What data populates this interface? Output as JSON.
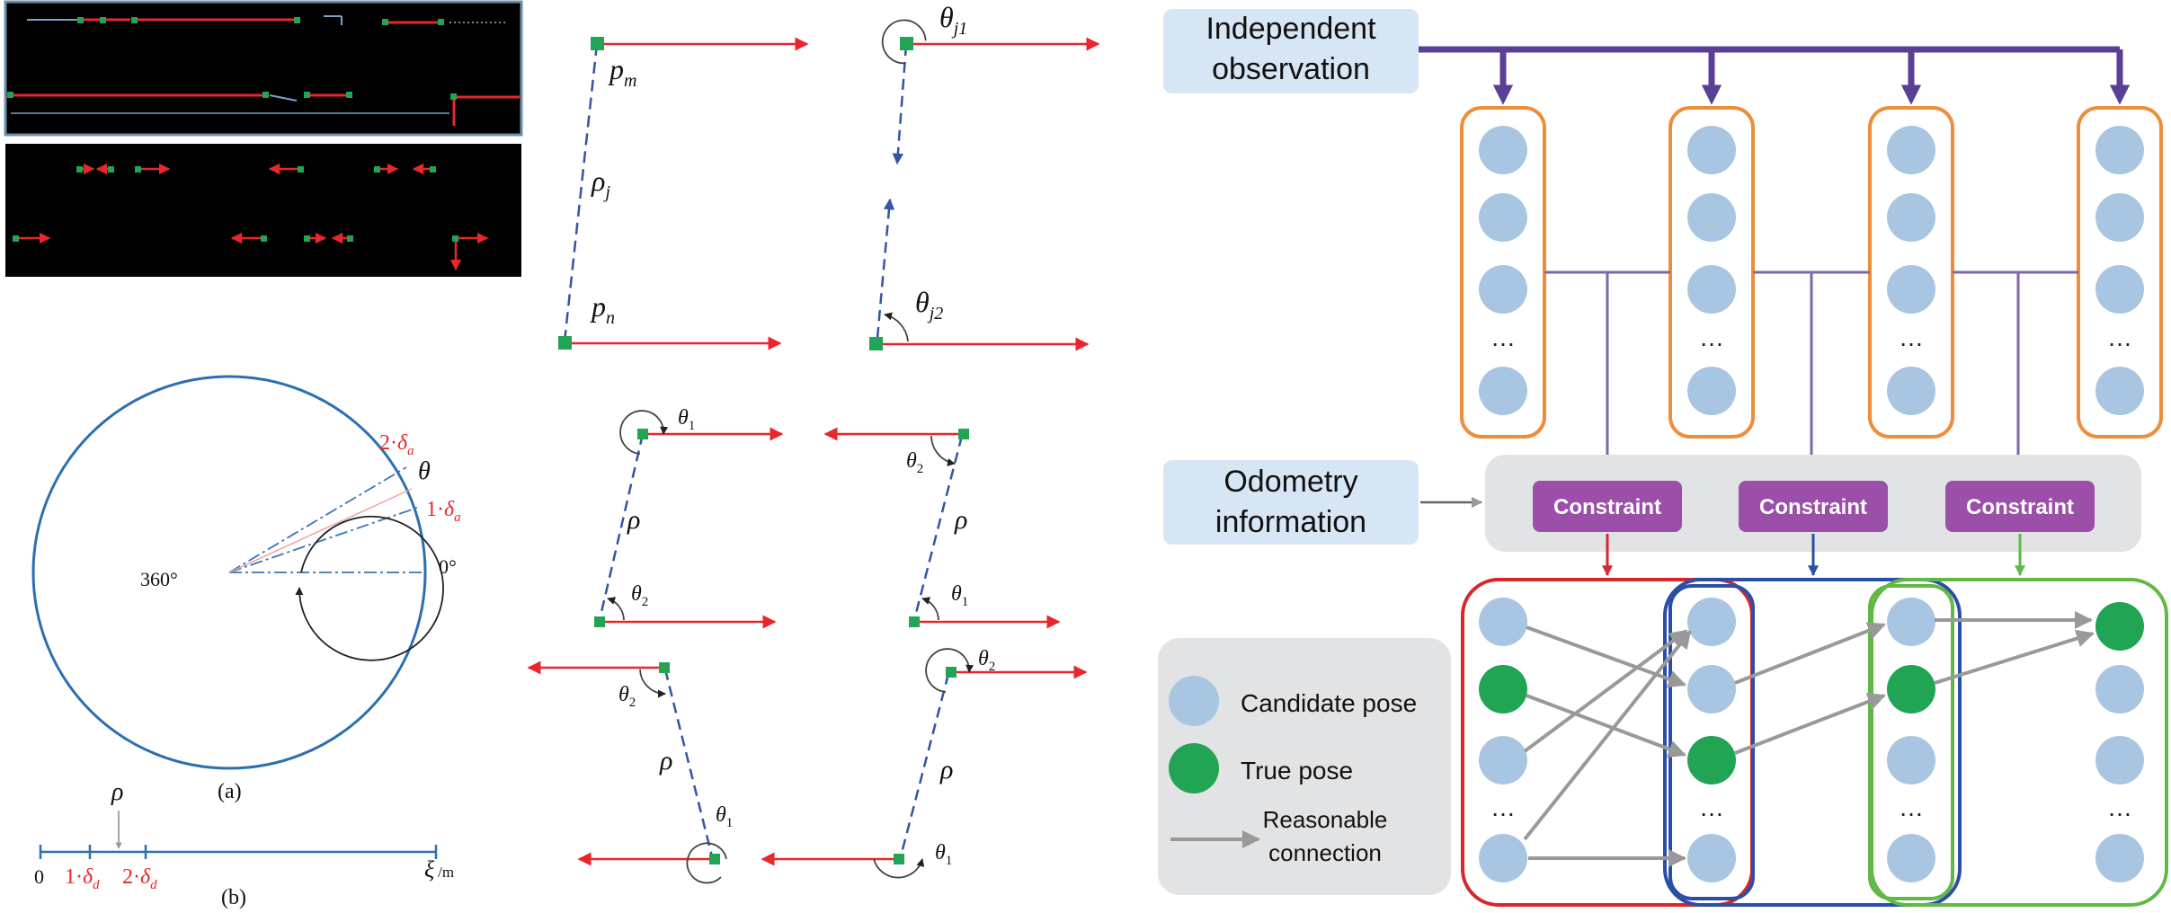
{
  "colors": {
    "red": "#e8262b",
    "green": "#21a453",
    "blue_dash": "#3355a3",
    "circle_blue": "#2c6fb0",
    "light_blue": "#a8c6e1",
    "obs_box": "#d6e6f4",
    "purple": "#5b3f96",
    "constraint": "#9b4fa8",
    "orange": "#ec8e3a",
    "gray": "#999999",
    "panel_gray": "#e2e3e4",
    "frame_red": "#d9262b",
    "frame_blue": "#2b4fa5",
    "frame_green": "#61b845"
  },
  "ab_panel": {
    "deg360": "360°",
    "theta": "θ",
    "label_2da_num": "2·",
    "label_1da_num": "1·",
    "delta_a": "δ",
    "sub_a": "a",
    "deg0": "0°",
    "caption_a": "(a)",
    "rho": "ρ",
    "zero": "0",
    "label_1dd": "1·",
    "label_2dd": "2·",
    "sub_d": "d",
    "xi": "ξ",
    "unit": "/m",
    "caption_b": "(b)"
  },
  "middle_panel": {
    "p_m": "p",
    "sub_m": "m",
    "rho_j": "ρ",
    "sub_j": "j",
    "p_n": "p",
    "sub_n": "n",
    "theta_j1": "θ",
    "sub_j1": "j1",
    "theta_j2": "θ",
    "sub_j2": "j2",
    "theta": "θ",
    "sub1": "1",
    "sub2": "2",
    "rho": "ρ"
  },
  "right_panel": {
    "independent_observation_line1": "Independent",
    "independent_observation_line2": "observation",
    "odometry_line1": "Odometry",
    "odometry_line2": "information",
    "constraint_labels": [
      "Constraint",
      "Constraint",
      "Constraint"
    ],
    "ellipsis": "…",
    "legend": {
      "candidate": "Candidate pose",
      "true_pose": "True pose",
      "reasonable_line1": "Reasonable",
      "reasonable_line2": "connection"
    }
  }
}
